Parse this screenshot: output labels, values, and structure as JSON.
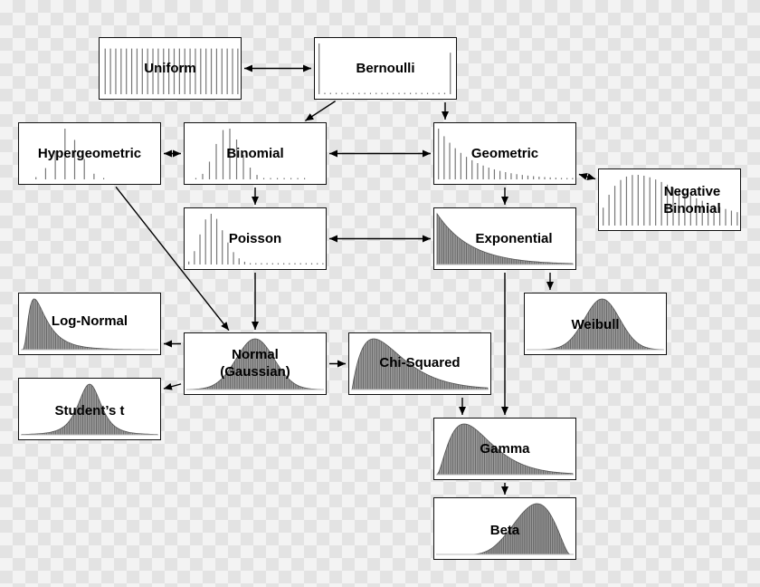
{
  "diagram": {
    "nodes": [
      {
        "id": "uniform",
        "label": "Uniform",
        "shape": "uniform"
      },
      {
        "id": "bernoulli",
        "label": "Bernoulli",
        "shape": "bernoulli"
      },
      {
        "id": "hypergeometric",
        "label": "Hypergeometric",
        "shape": "hypergeometric"
      },
      {
        "id": "binomial",
        "label": "Binomial",
        "shape": "binomial"
      },
      {
        "id": "geometric",
        "label": "Geometric",
        "shape": "geometric"
      },
      {
        "id": "negative-binomial",
        "label": "Negative\nBinomial",
        "shape": "negbinomial"
      },
      {
        "id": "poisson",
        "label": "Poisson",
        "shape": "poisson"
      },
      {
        "id": "exponential",
        "label": "Exponential",
        "shape": "exponential"
      },
      {
        "id": "log-normal",
        "label": "Log-Normal",
        "shape": "lognormal"
      },
      {
        "id": "weibull",
        "label": "Weibull",
        "shape": "weibull"
      },
      {
        "id": "normal",
        "label": "Normal\n(Gaussian)",
        "shape": "normal"
      },
      {
        "id": "chi-squared",
        "label": "Chi-Squared",
        "shape": "chisquared"
      },
      {
        "id": "students-t",
        "label": "Student’s t",
        "shape": "studentt"
      },
      {
        "id": "gamma",
        "label": "Gamma",
        "shape": "gamma"
      },
      {
        "id": "beta",
        "label": "Beta",
        "shape": "beta"
      }
    ],
    "edges": [
      {
        "from": "uniform",
        "to": "bernoulli",
        "bidirectional": true
      },
      {
        "from": "bernoulli",
        "to": "binomial",
        "bidirectional": false
      },
      {
        "from": "bernoulli",
        "to": "geometric",
        "bidirectional": false
      },
      {
        "from": "hypergeometric",
        "to": "binomial",
        "bidirectional": true
      },
      {
        "from": "binomial",
        "to": "geometric",
        "bidirectional": true
      },
      {
        "from": "geometric",
        "to": "negative-binomial",
        "bidirectional": true
      },
      {
        "from": "binomial",
        "to": "poisson",
        "bidirectional": false
      },
      {
        "from": "geometric",
        "to": "exponential",
        "bidirectional": false
      },
      {
        "from": "hypergeometric",
        "to": "normal",
        "bidirectional": false
      },
      {
        "from": "poisson",
        "to": "normal",
        "bidirectional": false
      },
      {
        "from": "poisson",
        "to": "exponential",
        "bidirectional": true
      },
      {
        "from": "exponential",
        "to": "weibull",
        "bidirectional": false
      },
      {
        "from": "exponential",
        "to": "gamma",
        "bidirectional": false
      },
      {
        "from": "normal",
        "to": "log-normal",
        "bidirectional": false
      },
      {
        "from": "normal",
        "to": "students-t",
        "bidirectional": false
      },
      {
        "from": "normal",
        "to": "chi-squared",
        "bidirectional": false
      },
      {
        "from": "chi-squared",
        "to": "gamma",
        "bidirectional": false
      },
      {
        "from": "gamma",
        "to": "beta",
        "bidirectional": false
      }
    ]
  },
  "colors": {
    "box_border": "#111111",
    "stem": "#777777",
    "fill_area": "#9a9a9a",
    "fill_lines": "#555555",
    "arrow": "#000000"
  }
}
